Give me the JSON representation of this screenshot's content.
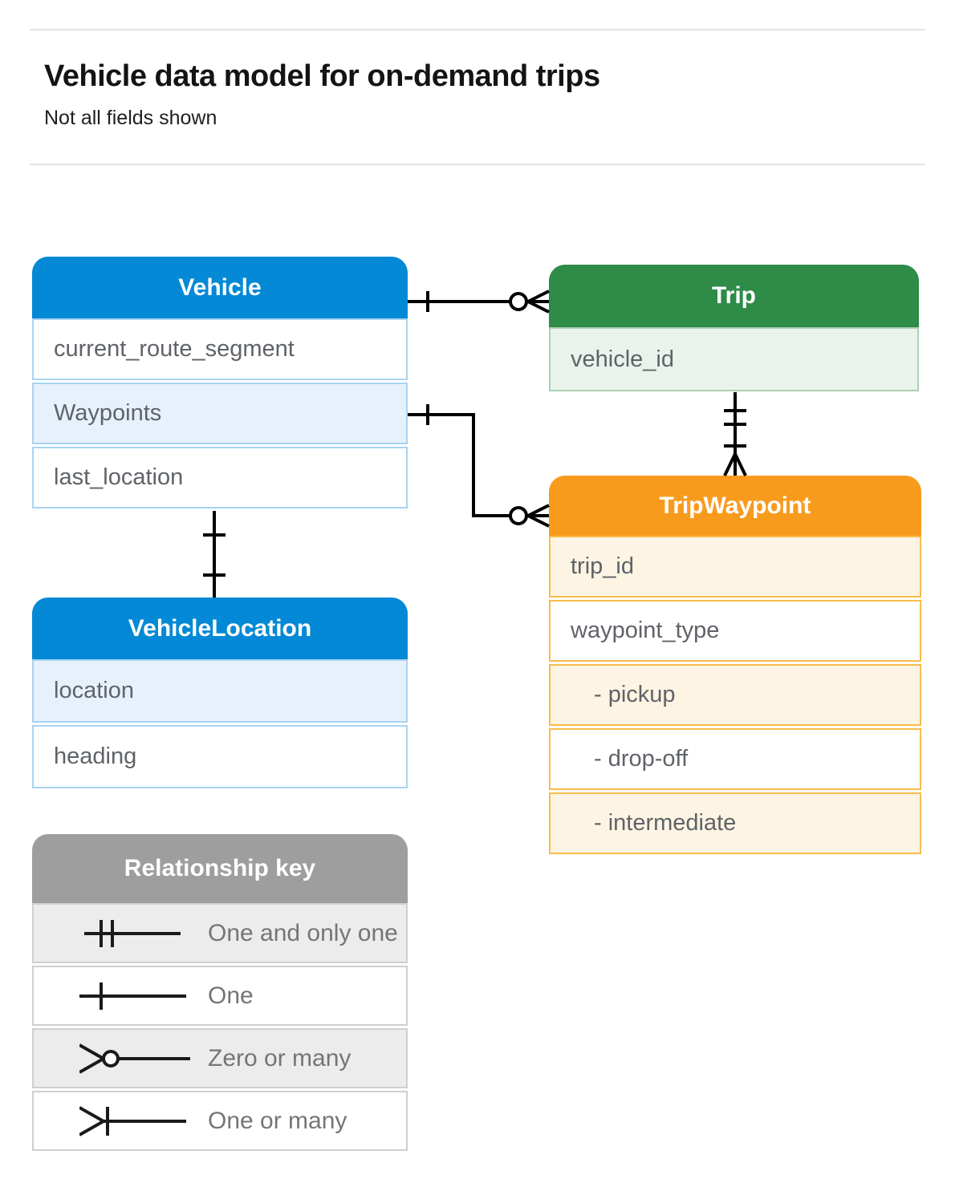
{
  "page": {
    "title": "Vehicle data model for on-demand trips",
    "subtitle": "Not all fields shown"
  },
  "entities": {
    "vehicle": {
      "title": "Vehicle",
      "fields": [
        "current_route_segment",
        "Waypoints",
        "last_location"
      ]
    },
    "trip": {
      "title": "Trip",
      "fields": [
        "vehicle_id"
      ]
    },
    "trip_waypoint": {
      "title": "TripWaypoint",
      "fields": [
        "trip_id",
        "waypoint_type",
        "- pickup",
        "- drop-off",
        "- intermediate"
      ]
    },
    "vehicle_location": {
      "title": "VehicleLocation",
      "fields": [
        "location",
        "heading"
      ]
    }
  },
  "legend": {
    "title": "Relationship key",
    "items": [
      {
        "symbol": "one-and-only-one",
        "label": "One and only one"
      },
      {
        "symbol": "one",
        "label": "One"
      },
      {
        "symbol": "zero-or-many",
        "label": "Zero or many"
      },
      {
        "symbol": "one-or-many",
        "label": "One or many"
      }
    ]
  },
  "relationships": [
    {
      "from": "Vehicle",
      "to": "Trip",
      "from_end": "one",
      "to_end": "zero-or-many"
    },
    {
      "from": "Vehicle.Waypoints",
      "to": "TripWaypoint",
      "from_end": "one",
      "to_end": "zero-or-many"
    },
    {
      "from": "Trip",
      "to": "TripWaypoint",
      "from_end": "one-and-only-one",
      "to_end": "one-or-many"
    },
    {
      "from": "Vehicle",
      "to": "VehicleLocation",
      "from_end": "one",
      "to_end": "one"
    }
  ],
  "colors": {
    "blue_header": "#0389d6",
    "blue_row": "#e7f1fc",
    "blue_border": "#a8d4f3",
    "green_header": "#2e8b48",
    "green_row": "#e9f3ec",
    "green_border": "#abd0b5",
    "orange_header": "#f89b1d",
    "orange_row": "#fdf4e3",
    "orange_border": "#f8bc4a",
    "gray_header": "#9e9e9e",
    "gray_row": "#ececec",
    "gray_border": "#cfcfcf",
    "connector": "#000000",
    "field_text": "#5f6368",
    "legend_text": "#757575"
  }
}
